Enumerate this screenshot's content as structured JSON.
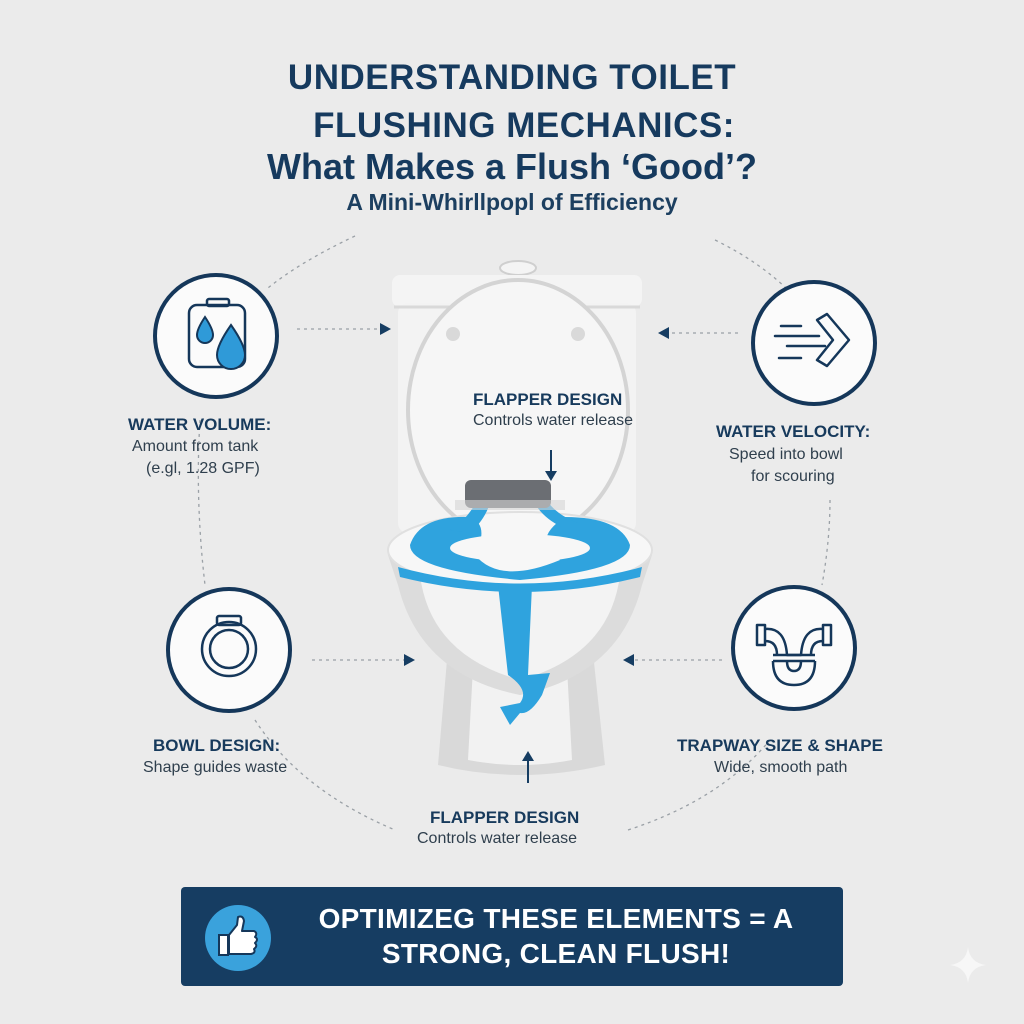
{
  "title": {
    "line1": "UNDERSTANDING TOILET",
    "line2": "FLUSHING MECHANICS:",
    "line3": "What Makes a Flush ‘Good’?"
  },
  "subtitle": "A Mini-Whirllpopl of Efficiency",
  "factors": [
    {
      "id": "water-volume",
      "icon": "water-tank-drops-icon",
      "heading": "WATER VOLUME:",
      "line1": "Amount from tank",
      "line2": "(e.gl, 1.28 GPF)"
    },
    {
      "id": "water-velocity",
      "icon": "speed-arrow-icon",
      "heading": "WATER VELOCITY:",
      "line1": "Speed into bowl",
      "line2": "for scouring"
    },
    {
      "id": "bowl-design",
      "icon": "toilet-bowl-icon",
      "heading": "BOWL DESIGN:",
      "line1": "Shape guides waste"
    },
    {
      "id": "trapway",
      "icon": "pipe-trap-icon",
      "heading": "TRAPWAY SIZE & SHAPE",
      "line1": "Wide, smooth path"
    }
  ],
  "center_labels": [
    {
      "heading": "FLAPPER DESIGN",
      "sub": "Controls water release"
    },
    {
      "heading": "FLAPPER DESIGN",
      "sub": "Controls water release"
    }
  ],
  "banner": {
    "line1": "OPTIMIZEG THESE ELEMENTS = A",
    "line2": "STRONG, CLEAN FLUSH!",
    "icon": "thumbs-up-icon"
  },
  "colors": {
    "navy": "#163d62",
    "water_blue": "#2fa3de",
    "background": "#ebebeb",
    "flapper_gray": "#6b6e73"
  }
}
